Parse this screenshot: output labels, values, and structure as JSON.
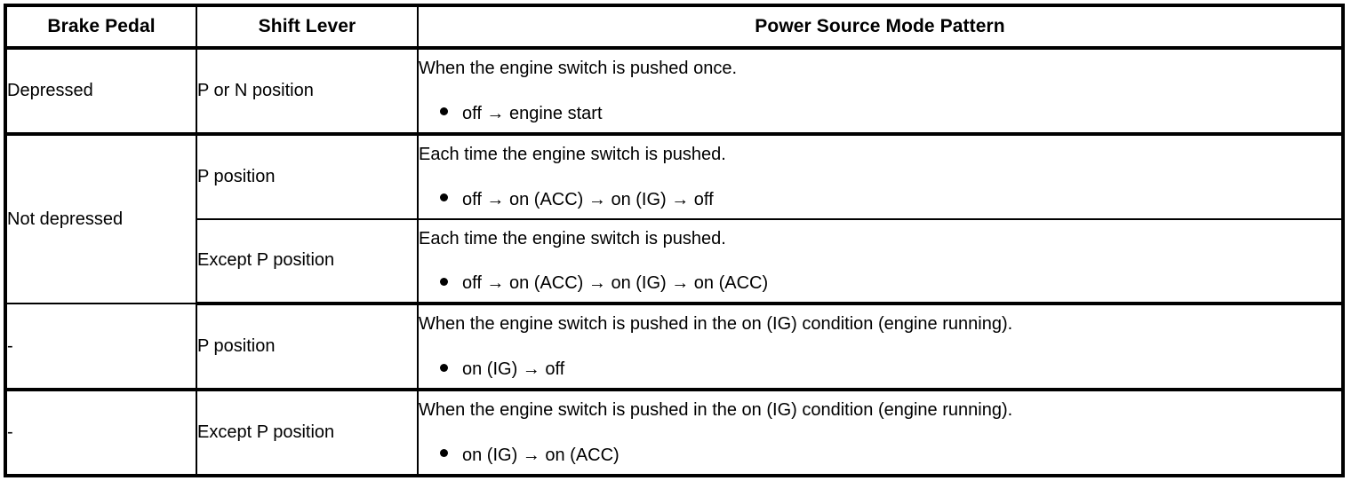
{
  "table": {
    "headers": [
      "Brake Pedal",
      "Shift Lever",
      "Power Source Mode Pattern"
    ],
    "rows": [
      {
        "brake_pedal": "Depressed",
        "shift_lever": "P or N position",
        "pattern_lead": "When the engine switch is pushed once.",
        "pattern_bullet": "off → engine start"
      },
      {
        "brake_pedal": "Not depressed",
        "shift_lever": "P position",
        "pattern_lead": "Each time the engine switch is pushed.",
        "pattern_bullet": "off → on (ACC) → on (IG) → off"
      },
      {
        "brake_pedal": "",
        "shift_lever": "Except P position",
        "pattern_lead": "Each time the engine switch is pushed.",
        "pattern_bullet": "off → on (ACC) → on (IG) → on (ACC)"
      },
      {
        "brake_pedal": "-",
        "shift_lever": "P position",
        "pattern_lead": "When the engine switch is pushed in the on (IG) condition (engine running).",
        "pattern_bullet": "on (IG) → off"
      },
      {
        "brake_pedal": "-",
        "shift_lever": "Except P position",
        "pattern_lead": "When the engine switch is pushed in the on (IG) condition (engine running).",
        "pattern_bullet": "on (IG) → on (ACC)"
      }
    ]
  },
  "colors": {
    "border": "#000000",
    "text": "#000000",
    "background": "#ffffff"
  }
}
